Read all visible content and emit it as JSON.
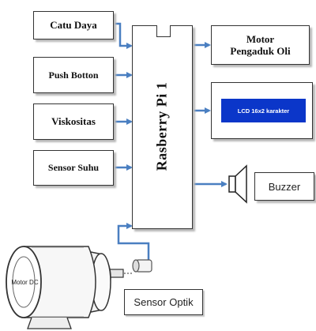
{
  "inputs": {
    "catu_daya": "Catu Daya",
    "push_botton": "Push Botton",
    "viskositas": "Viskositas",
    "sensor_suhu": "Sensor Suhu"
  },
  "controller": {
    "label": "Rasberry Pi 1"
  },
  "outputs": {
    "motor_line1": "Motor",
    "motor_line2": "Pengaduk Oli",
    "lcd": "LCD 16x2 karakter",
    "buzzer": "Buzzer"
  },
  "peripherals": {
    "motor_dc": "Motor DC",
    "sensor_optik": "Sensor Optik"
  },
  "colors": {
    "arrow": "#4a7fc1",
    "lcd": "#0b36c9"
  }
}
